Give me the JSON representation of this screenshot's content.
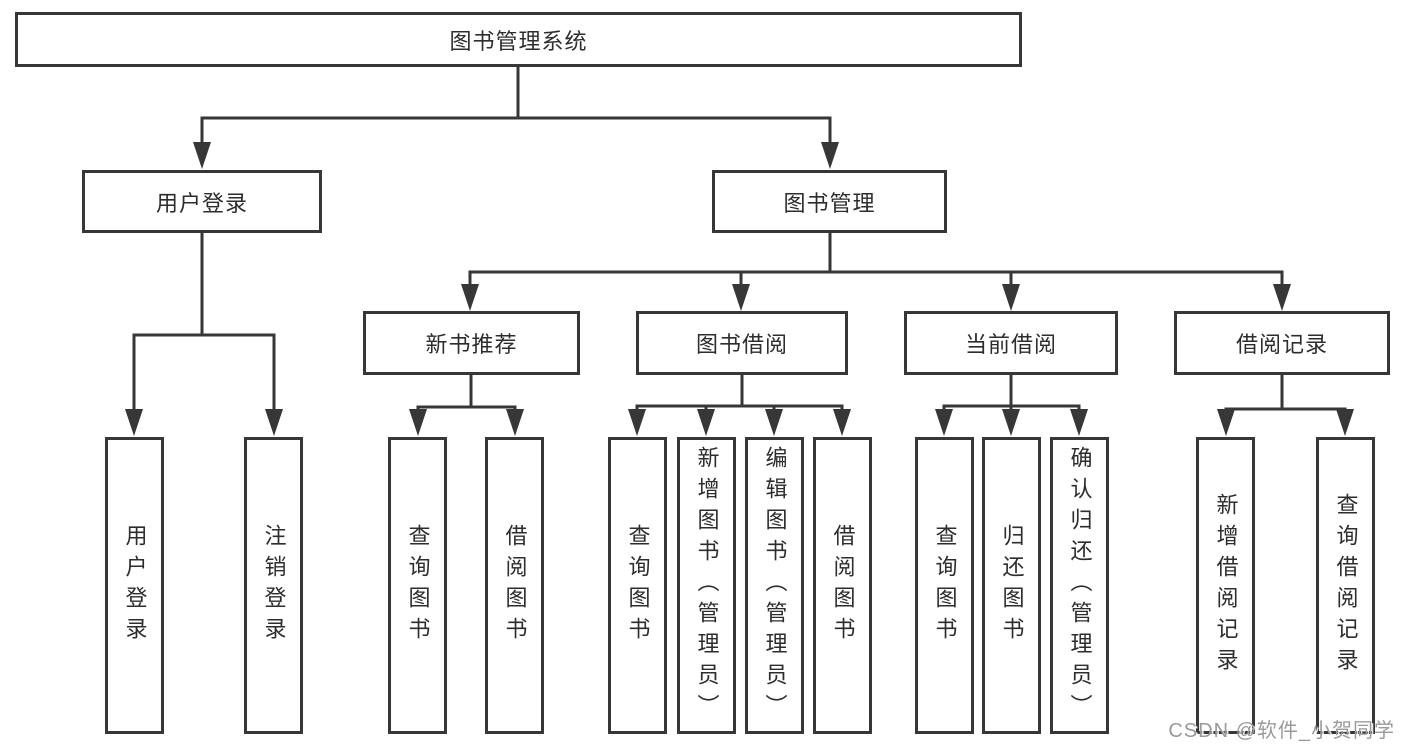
{
  "diagram": {
    "type": "tree",
    "root": {
      "label": "图书管理系统",
      "children": [
        {
          "label": "用户登录",
          "children": [
            {
              "label": "用户登录"
            },
            {
              "label": "注销登录"
            }
          ]
        },
        {
          "label": "图书管理",
          "children": [
            {
              "label": "新书推荐",
              "children": [
                {
                  "label": "查询图书"
                },
                {
                  "label": "借阅图书"
                }
              ]
            },
            {
              "label": "图书借阅",
              "children": [
                {
                  "label": "查询图书"
                },
                {
                  "label": "新增图书（管理员）"
                },
                {
                  "label": "编辑图书（管理员）"
                },
                {
                  "label": "借阅图书"
                }
              ]
            },
            {
              "label": "当前借阅",
              "children": [
                {
                  "label": "查询图书"
                },
                {
                  "label": "归还图书"
                },
                {
                  "label": "确认归还（管理员）"
                }
              ]
            },
            {
              "label": "借阅记录",
              "children": [
                {
                  "label": "新增借阅记录"
                },
                {
                  "label": "查询借阅记录"
                }
              ]
            }
          ]
        }
      ]
    }
  },
  "watermark": {
    "text": "CSDN @软件_小贺同学"
  },
  "colors": {
    "line": "#373737",
    "box_border": "#373737",
    "text": "#2d2d2d",
    "watermark": "#9a9a9a",
    "background": "#ffffff"
  }
}
